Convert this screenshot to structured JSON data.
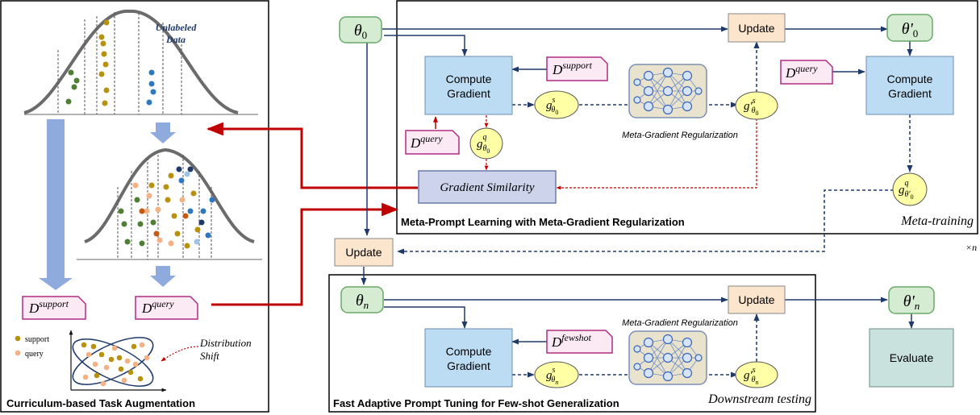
{
  "panels": {
    "curriculum": {
      "title": "Curriculum-based Task Augmentation"
    },
    "meta_prompt": {
      "title": "Meta-Prompt Learning with Meta-Gradient Regularization",
      "tag": "Meta-training"
    },
    "fast_tuning": {
      "title": "Fast Adaptive Prompt Tuning for Few-shot Generalization",
      "tag": "Downstream testing"
    }
  },
  "curriculum": {
    "unlabeled_label": [
      "Unlabeled",
      "Data"
    ],
    "support_card": {
      "base": "D",
      "sup": "support"
    },
    "query_card": {
      "base": "D",
      "sup": "query"
    },
    "legend": {
      "support": "support",
      "query": "query"
    },
    "shift_label": [
      "Distribution",
      "Shift"
    ]
  },
  "meta_training": {
    "theta0": {
      "base": "θ",
      "sub": "0"
    },
    "theta0_prime": {
      "base": "θ'",
      "sub": "0"
    },
    "update_top": "Update",
    "compute_gradient_left": [
      "Compute",
      "Gradient"
    ],
    "compute_gradient_right": [
      "Compute",
      "Gradient"
    ],
    "d_support": {
      "base": "D",
      "sup": "support"
    },
    "d_query_left": {
      "base": "D",
      "sup": "query"
    },
    "d_query_right": {
      "base": "D",
      "sup": "query"
    },
    "g_s": {
      "base": "g",
      "sup": "s",
      "sub": "θ",
      "subsub": "0"
    },
    "g_s_prime": {
      "base": "g'",
      "sup": "s",
      "sub": "θ",
      "subsub": "0"
    },
    "g_q": {
      "base": "g",
      "sup": "q",
      "sub": "θ",
      "subsub": "0"
    },
    "g_q_prime": {
      "base": "g",
      "sup": "q",
      "sub": "θ'",
      "subsub": "0"
    },
    "regularization_label": "Meta-Gradient Regularization",
    "gradient_similarity": "Gradient Similarity"
  },
  "middle": {
    "update": "Update",
    "times_n": "×n"
  },
  "downstream": {
    "theta_n": {
      "base": "θ",
      "sub": "n"
    },
    "theta_n_prime": {
      "base": "θ'",
      "sub": "n"
    },
    "update": "Update",
    "compute_gradient": [
      "Compute",
      "Gradient"
    ],
    "d_fewshot": {
      "base": "D",
      "sup": "fewshot"
    },
    "g_s": {
      "base": "g",
      "sup": "s",
      "sub": "θ",
      "subsub": "n"
    },
    "g_s_prime": {
      "base": "g'",
      "sup": "s",
      "sub": "θ",
      "subsub": "n"
    },
    "regularization_label": "Meta-Gradient Regularization",
    "evaluate": "Evaluate"
  },
  "colors": {
    "navy": "#1f3a68",
    "red": "#c00000",
    "green_node": "#d5ecd2",
    "blue_box": "#bcdcf3",
    "update_box": "#fbe5cd",
    "yellow_node": "#ffffa6",
    "similarity_box": "#ccd3ea",
    "evaluate_box": "#c9e2de",
    "card_border": "#b02b85",
    "card_fill": "#fbe9f3",
    "curve_arrow": "#8faadc"
  }
}
